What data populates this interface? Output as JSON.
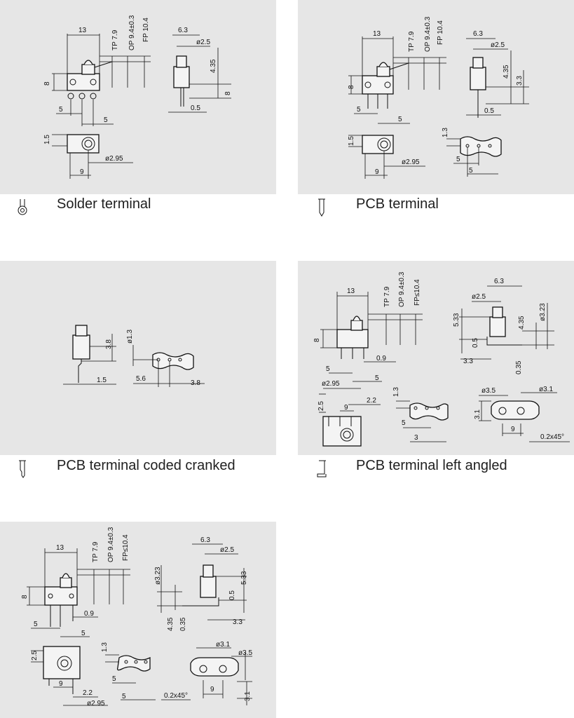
{
  "captions": {
    "solder": "Solder terminal",
    "pcb": "PCB terminal",
    "coded_cranked": "PCB terminal coded cranked",
    "left_angled": "PCB terminal left angled"
  },
  "dims": {
    "d13": "13",
    "tp": "TP 7.9",
    "op": "OP 9.4±0.3",
    "fp": "FP 10.4",
    "fp_le": "FP≤10.4",
    "d8": "8",
    "d5": "5",
    "d63": "6.3",
    "dia25": "ø2.5",
    "d435": "4.35",
    "d05": "0.5",
    "d15": "1.5",
    "dia295": "ø2.95",
    "d9": "9",
    "d33": "3.3",
    "d13b": "1.3",
    "d38": "3.8",
    "dia13": "ø1.3",
    "d56": "5.6",
    "d15b": "1.5",
    "d09": "0.9",
    "d533": "5.33",
    "dia323": "ø3.23",
    "d035": "0.35",
    "d22": "2.2",
    "d25": "2.5",
    "d3": "3",
    "dia35": "ø3.5",
    "dia31": "ø3.1",
    "d31": "3.1",
    "chamfer": "0.2x45°"
  }
}
